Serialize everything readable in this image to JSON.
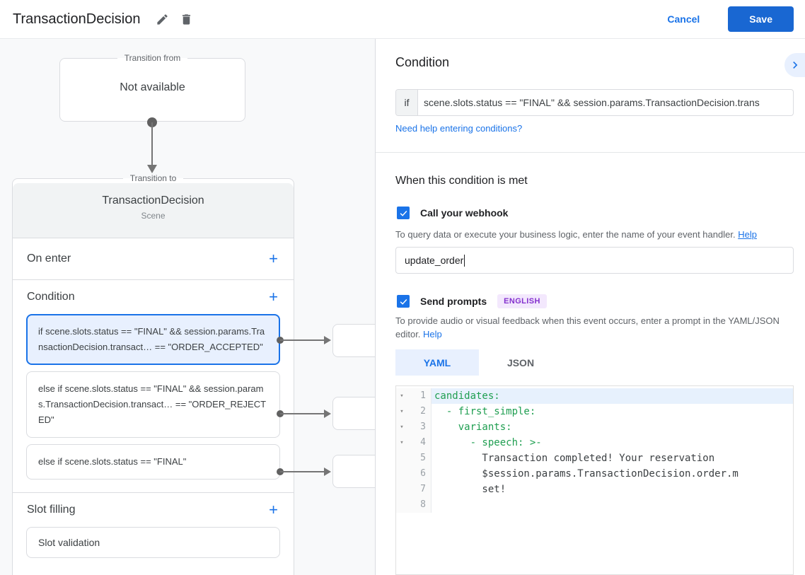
{
  "colors": {
    "accent": "#1a73e8",
    "save_button": "#1967d2",
    "selected_card_bg": "#e8f0fe",
    "badge_text": "#8430ce",
    "badge_bg": "#f3e8fd",
    "code_key_green": "#1e9e50"
  },
  "header": {
    "title": "TransactionDecision",
    "cancel_label": "Cancel",
    "save_label": "Save"
  },
  "diagram": {
    "transition_from": {
      "legend": "Transition from",
      "content": "Not available"
    },
    "transition_to": {
      "legend": "Transition to",
      "scene_name": "TransactionDecision",
      "scene_type": "Scene",
      "on_enter_label": "On enter",
      "condition_label": "Condition",
      "slot_filling_label": "Slot filling",
      "conditions": [
        {
          "text": "if scene.slots.status == \"FINAL\" && session.params.TransactionDecision.transact… == \"ORDER_ACCEPTED\"",
          "selected": true
        },
        {
          "text": "else if scene.slots.status == \"FINAL\" && session.params.TransactionDecision.transact… == \"ORDER_REJECTED\"",
          "selected": false
        },
        {
          "text": "else if scene.slots.status == \"FINAL\"",
          "selected": false
        }
      ],
      "slot_items": [
        "Slot validation"
      ]
    }
  },
  "panel": {
    "title": "Condition",
    "if_label": "if",
    "condition_value": "scene.slots.status == \"FINAL\" && session.params.TransactionDecision.trans",
    "conditions_help_link": "Need help entering conditions?",
    "when_met_title": "When this condition is met",
    "webhook": {
      "label": "Call your webhook",
      "checked": true,
      "description": "To query data or execute your business logic, enter the name of your event handler.",
      "help_label": "Help",
      "value": "update_order"
    },
    "prompts": {
      "label": "Send prompts",
      "checked": true,
      "badge": "ENGLISH",
      "description": "To provide audio or visual feedback when this event occurs, enter a prompt in the YAML/JSON editor.",
      "help_label": "Help",
      "tabs": [
        "YAML",
        "JSON"
      ],
      "active_tab": "YAML"
    },
    "editor": {
      "lines": [
        {
          "num": "1",
          "text": "candidates:",
          "type": "key",
          "fold": true,
          "highlight": true
        },
        {
          "num": "2",
          "text": "  - first_simple:",
          "type": "key",
          "fold": true,
          "highlight": false
        },
        {
          "num": "3",
          "text": "    variants:",
          "type": "key",
          "fold": true,
          "highlight": false
        },
        {
          "num": "4",
          "text": "      - speech: >-",
          "type": "key",
          "fold": true,
          "highlight": false
        },
        {
          "num": "5",
          "text": "        Transaction completed! Your reservation",
          "type": "text",
          "fold": false,
          "highlight": false
        },
        {
          "num": "6",
          "text": "        $session.params.TransactionDecision.order.m",
          "type": "text",
          "fold": false,
          "highlight": false
        },
        {
          "num": "7",
          "text": "        set!",
          "type": "text",
          "fold": false,
          "highlight": false
        },
        {
          "num": "8",
          "text": "",
          "type": "text",
          "fold": false,
          "highlight": false
        }
      ]
    }
  }
}
